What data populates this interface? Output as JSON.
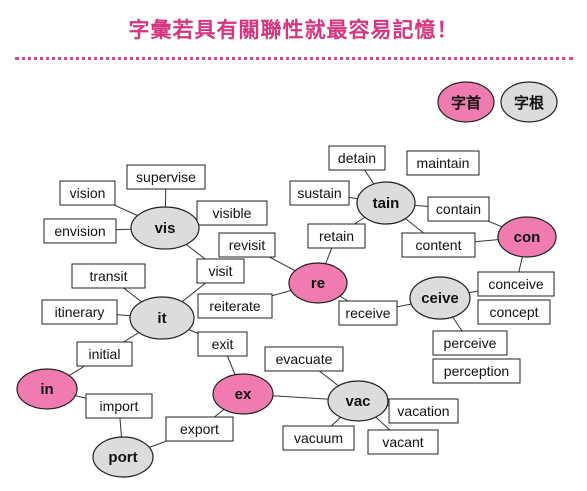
{
  "title": "字彙若具有關聯性就最容易記憶！",
  "legend": {
    "prefix": "字首",
    "root": "字根"
  },
  "colors": {
    "accent": "#d6357f",
    "prefix_fill": "#ef7bb0",
    "root_fill": "#dcdcdc",
    "divider": "#d04c8c"
  },
  "nodes": [
    {
      "id": "vis",
      "label": "vis",
      "kind": "root"
    },
    {
      "id": "it",
      "label": "it",
      "kind": "root"
    },
    {
      "id": "in",
      "label": "in",
      "kind": "prefix"
    },
    {
      "id": "port",
      "label": "port",
      "kind": "root"
    },
    {
      "id": "ex",
      "label": "ex",
      "kind": "prefix"
    },
    {
      "id": "vac",
      "label": "vac",
      "kind": "root"
    },
    {
      "id": "re",
      "label": "re",
      "kind": "prefix"
    },
    {
      "id": "tain",
      "label": "tain",
      "kind": "root"
    },
    {
      "id": "con",
      "label": "con",
      "kind": "prefix"
    },
    {
      "id": "ceive",
      "label": "ceive",
      "kind": "root"
    }
  ],
  "words": [
    {
      "id": "w_vision",
      "label": "vision"
    },
    {
      "id": "w_supervise",
      "label": "supervise"
    },
    {
      "id": "w_visible",
      "label": "visible"
    },
    {
      "id": "w_envision",
      "label": "envision"
    },
    {
      "id": "w_transit",
      "label": "transit"
    },
    {
      "id": "w_visit",
      "label": "visit"
    },
    {
      "id": "w_itinerary",
      "label": "itinerary"
    },
    {
      "id": "w_initial",
      "label": "initial"
    },
    {
      "id": "w_exit",
      "label": "exit"
    },
    {
      "id": "w_import",
      "label": "import"
    },
    {
      "id": "w_export",
      "label": "export"
    },
    {
      "id": "w_evacuate",
      "label": "evacuate"
    },
    {
      "id": "w_vacation",
      "label": "vacation"
    },
    {
      "id": "w_vacuum",
      "label": "vacuum"
    },
    {
      "id": "w_vacant",
      "label": "vacant"
    },
    {
      "id": "w_revisit",
      "label": "revisit"
    },
    {
      "id": "w_reiterate",
      "label": "reiterate"
    },
    {
      "id": "w_retain",
      "label": "retain"
    },
    {
      "id": "w_receive",
      "label": "receive"
    },
    {
      "id": "w_detain",
      "label": "detain"
    },
    {
      "id": "w_sustain",
      "label": "sustain"
    },
    {
      "id": "w_maintain",
      "label": "maintain"
    },
    {
      "id": "w_contain",
      "label": "contain"
    },
    {
      "id": "w_content",
      "label": "content"
    },
    {
      "id": "w_conceive",
      "label": "conceive"
    },
    {
      "id": "w_concept",
      "label": "concept"
    },
    {
      "id": "w_perceive",
      "label": "perceive"
    },
    {
      "id": "w_perception",
      "label": "perception"
    }
  ]
}
